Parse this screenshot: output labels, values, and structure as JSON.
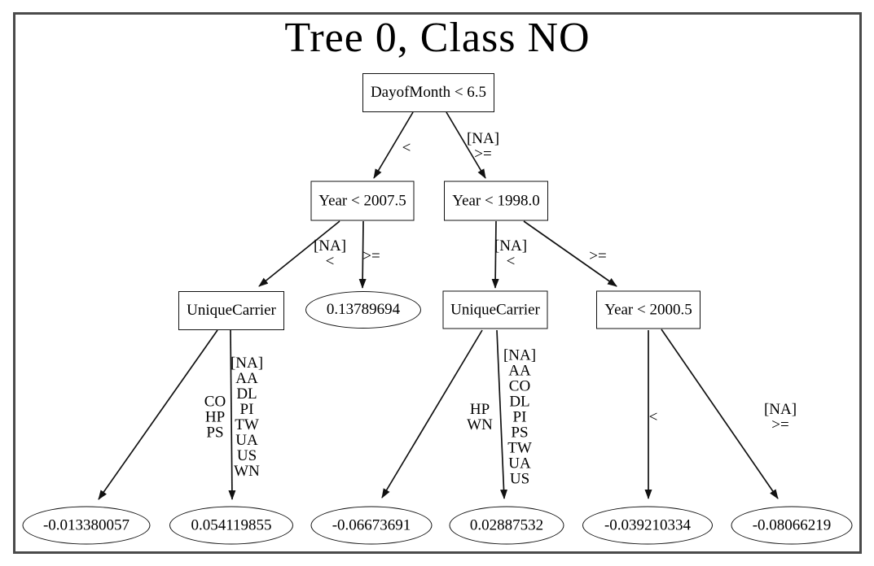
{
  "title": "Tree 0, Class NO",
  "colors": {
    "frame_border": "#4a4a4a",
    "node_stroke": "#111111",
    "edge_stroke": "#111111",
    "background": "#ffffff",
    "text": "#000000"
  },
  "nodes": {
    "root": {
      "label": "DayofMonth < 6.5",
      "type": "decision"
    },
    "year_lt_2007_5": {
      "label": "Year < 2007.5",
      "type": "decision"
    },
    "year_lt_1998_0": {
      "label": "Year < 1998.0",
      "type": "decision"
    },
    "unique_carrier_left": {
      "label": "UniqueCarrier",
      "type": "decision"
    },
    "leaf_0_13789694": {
      "label": "0.13789694",
      "type": "leaf"
    },
    "unique_carrier_mid": {
      "label": "UniqueCarrier",
      "type": "decision"
    },
    "year_lt_2000_5": {
      "label": "Year < 2000.5",
      "type": "decision"
    },
    "leaf_neg_0_013380057": {
      "label": "-0.013380057",
      "type": "leaf"
    },
    "leaf_0_054119855": {
      "label": "0.054119855",
      "type": "leaf"
    },
    "leaf_neg_0_06673691": {
      "label": "-0.06673691",
      "type": "leaf"
    },
    "leaf_0_02887532": {
      "label": "0.02887532",
      "type": "leaf"
    },
    "leaf_neg_0_039210334": {
      "label": "-0.039210334",
      "type": "leaf"
    },
    "leaf_neg_0_08066219": {
      "label": "-0.08066219",
      "type": "leaf"
    }
  },
  "edges": {
    "root_left": {
      "from": "root",
      "to": "year_lt_2007_5",
      "label": "<"
    },
    "root_right": {
      "from": "root",
      "to": "year_lt_1998_0",
      "label": "[NA]\n>="
    },
    "y2007_left": {
      "from": "year_lt_2007_5",
      "to": "unique_carrier_left",
      "label": "[NA]\n<"
    },
    "y2007_right": {
      "from": "year_lt_2007_5",
      "to": "leaf_0_13789694",
      "label": ">="
    },
    "y1998_left": {
      "from": "year_lt_1998_0",
      "to": "unique_carrier_mid",
      "label": "[NA]\n<"
    },
    "y1998_right": {
      "from": "year_lt_1998_0",
      "to": "year_lt_2000_5",
      "label": ">="
    },
    "carrier_left_l": {
      "from": "unique_carrier_left",
      "to": "leaf_neg_0_013380057",
      "label": "CO\nHP\nPS"
    },
    "carrier_left_r": {
      "from": "unique_carrier_left",
      "to": "leaf_0_054119855",
      "label": "[NA]\nAA\nDL\nPI\nTW\nUA\nUS\nWN"
    },
    "carrier_mid_l": {
      "from": "unique_carrier_mid",
      "to": "leaf_neg_0_06673691",
      "label": "HP\nWN"
    },
    "carrier_mid_r": {
      "from": "unique_carrier_mid",
      "to": "leaf_0_02887532",
      "label": "[NA]\nAA\nCO\nDL\nPI\nPS\nTW\nUA\nUS"
    },
    "y2000_left": {
      "from": "year_lt_2000_5",
      "to": "leaf_neg_0_039210334",
      "label": "<"
    },
    "y2000_right": {
      "from": "year_lt_2000_5",
      "to": "leaf_neg_0_08066219",
      "label": "[NA]\n>="
    }
  }
}
